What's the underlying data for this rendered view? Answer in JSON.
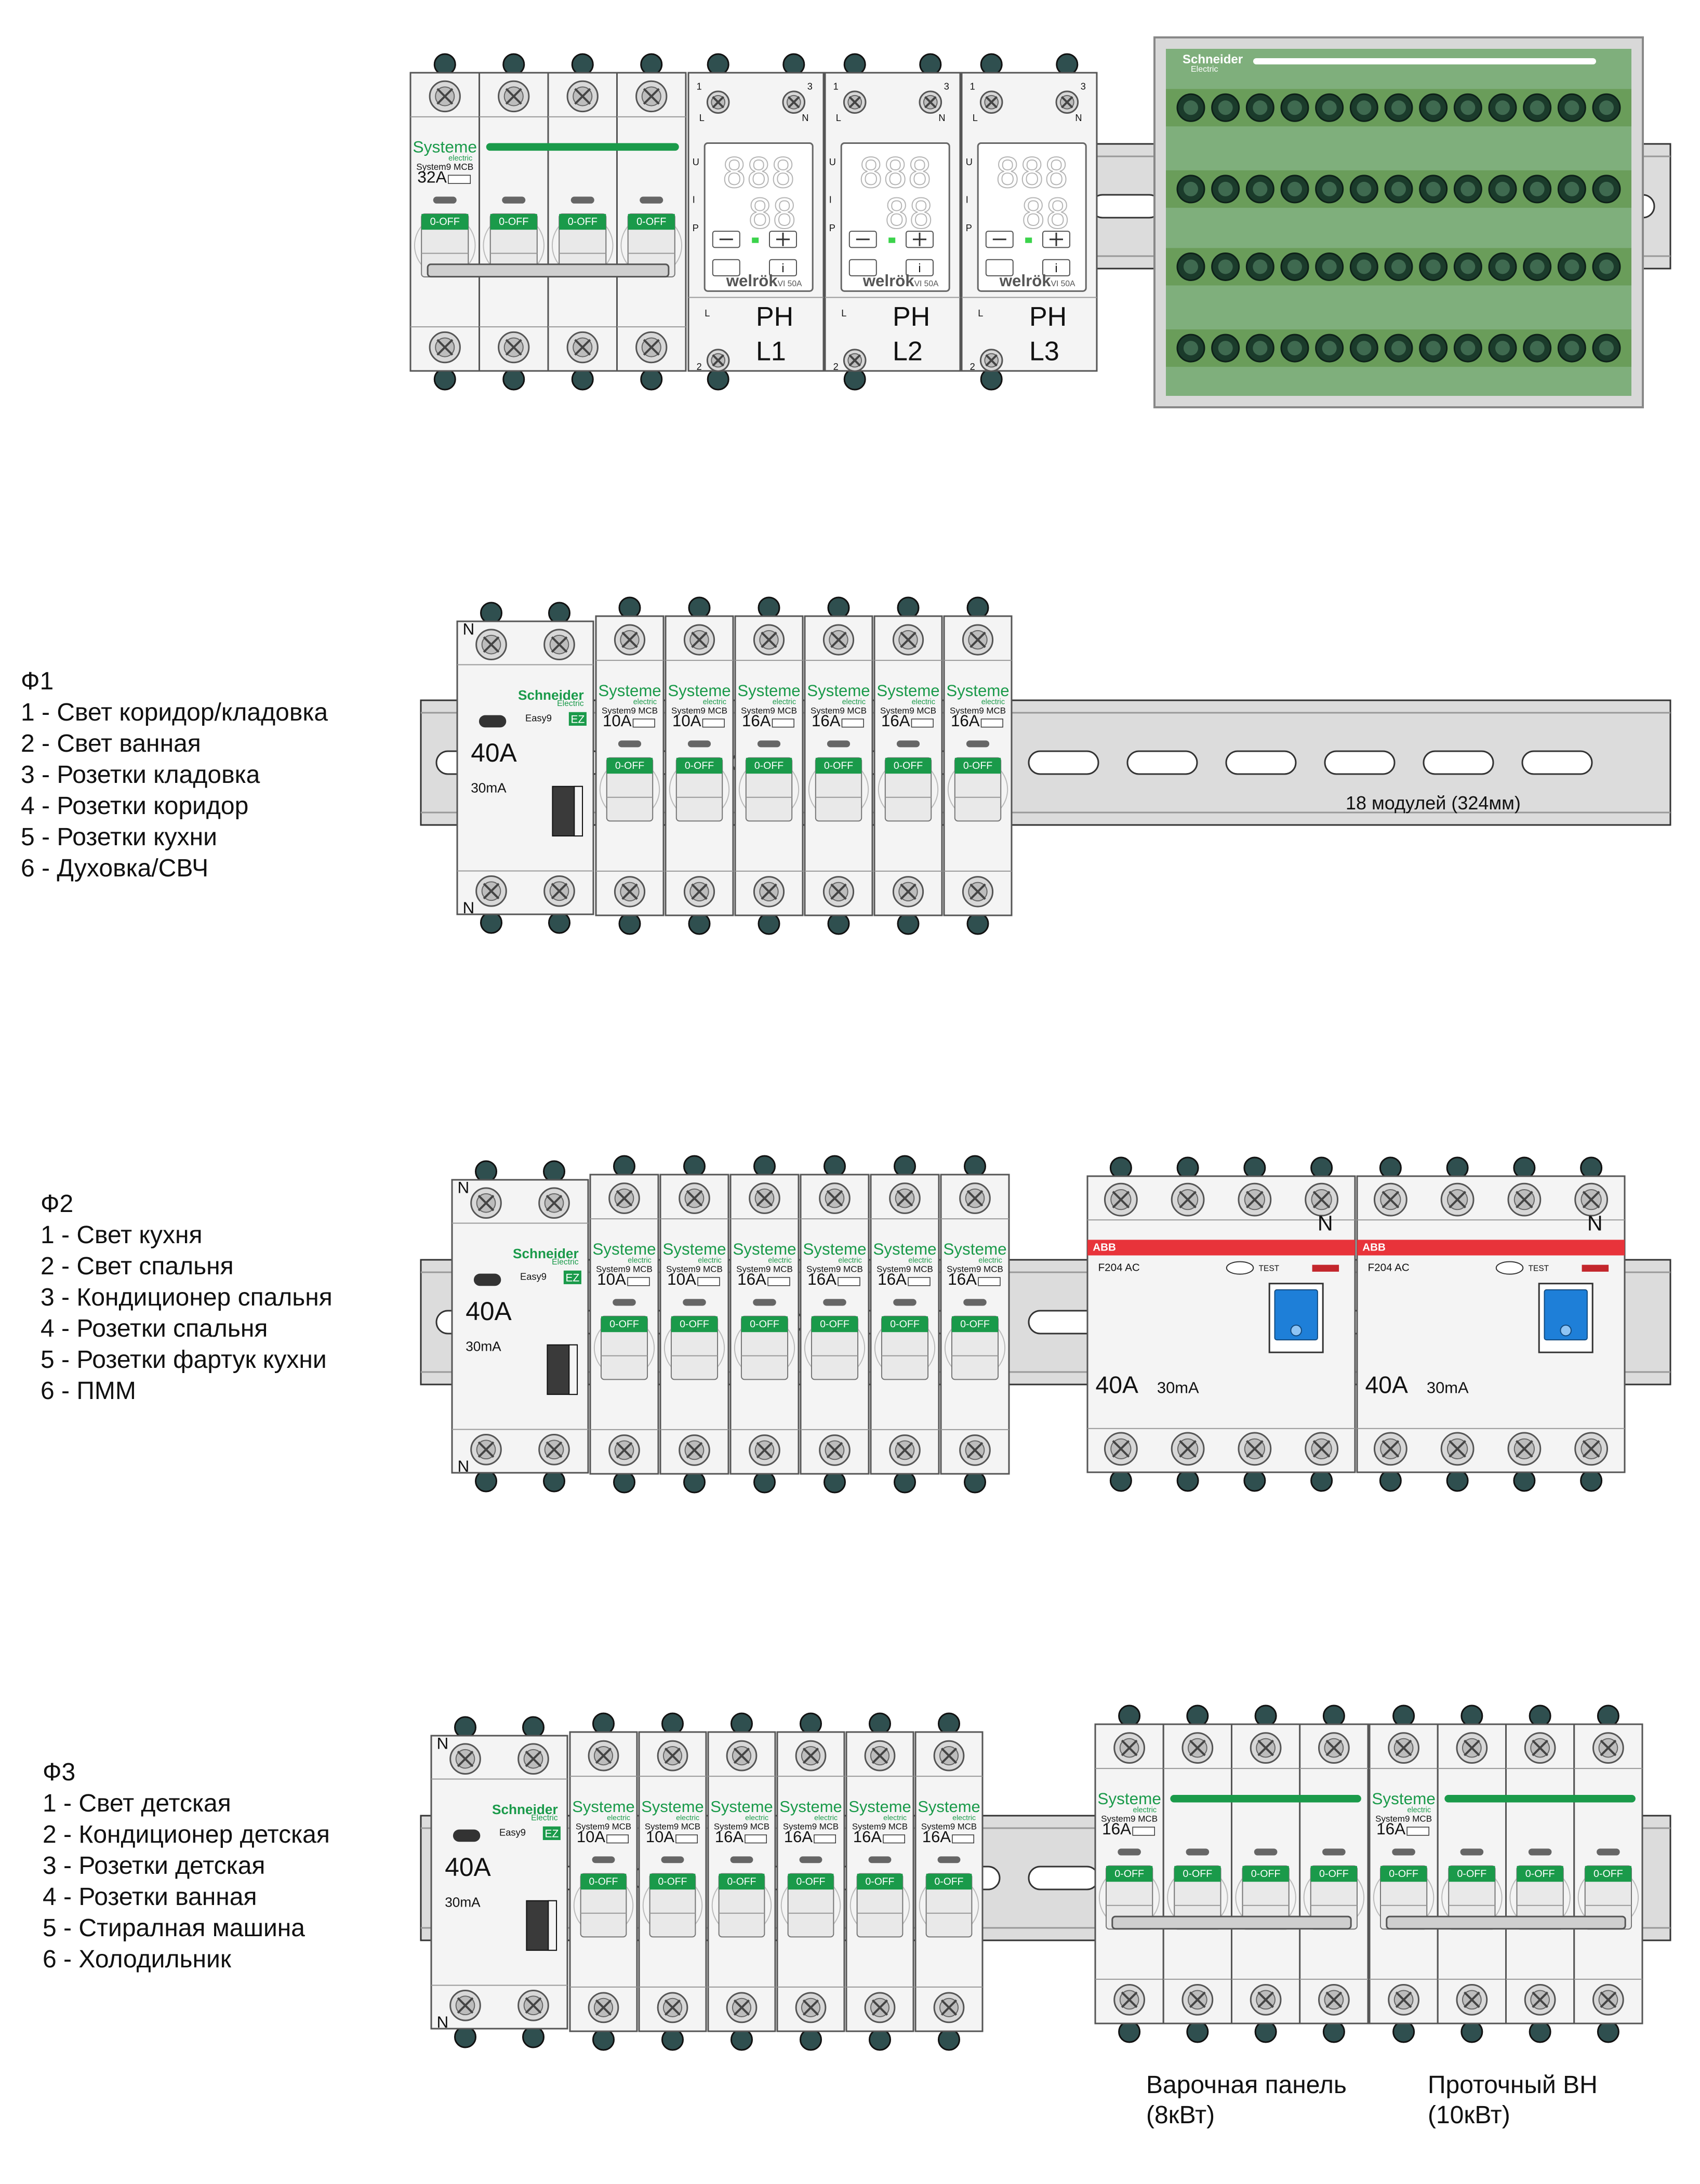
{
  "colors": {
    "rail": "#dcdcdc",
    "rail_stroke": "#333333",
    "module_body": "#f4f4f4",
    "module_stroke": "#555555",
    "terminal": "#2f4f4f",
    "systeme_green": "#1a9a4a",
    "abb_red": "#e8333a",
    "rcd_blue": "#1e7fd8",
    "terminal_block_green": "#7faf7c",
    "terminal_block_bar": "#6a9d5a"
  },
  "panel1": {
    "mcb4p": {
      "brand": "Systeme",
      "brand_sub": "electric",
      "model": "System9  MCB",
      "rating": "32A",
      "off_label": "0-OFF"
    },
    "relays": [
      {
        "brand": "welrök",
        "model": "VI 50A",
        "top_left": "1",
        "top_right": "3",
        "l": "L",
        "n": "N",
        "side_u": "U",
        "side_i": "I",
        "side_p": "P",
        "bottom_left": "2",
        "bottom_l": "L",
        "label_top": "РН",
        "label_bottom": "L1"
      },
      {
        "brand": "welrök",
        "model": "VI 50A",
        "top_left": "1",
        "top_right": "3",
        "l": "L",
        "n": "N",
        "side_u": "U",
        "side_i": "I",
        "side_p": "P",
        "bottom_left": "2",
        "bottom_l": "L",
        "label_top": "РН",
        "label_bottom": "L2"
      },
      {
        "brand": "welrök",
        "model": "VI 50A",
        "top_left": "1",
        "top_right": "3",
        "l": "L",
        "n": "N",
        "side_u": "U",
        "side_i": "I",
        "side_p": "P",
        "bottom_left": "2",
        "bottom_l": "L",
        "label_top": "РН",
        "label_bottom": "L3"
      }
    ],
    "terminal_block": {
      "brand": "Schneider",
      "brand_sub": "Electric"
    }
  },
  "panel2": {
    "rcbo": {
      "brand": "Schneider",
      "brand_sub": "Electric",
      "series": "Easy9",
      "ez": "EZ",
      "rating": "40A",
      "sensitivity": "30mA",
      "n_top": "N",
      "n_bottom": "N"
    },
    "mcbs": [
      {
        "brand": "Systeme",
        "brand_sub": "electric",
        "model": "System9  MCB",
        "rating": "10A",
        "off_label": "0-OFF"
      },
      {
        "brand": "Systeme",
        "brand_sub": "electric",
        "model": "System9  MCB",
        "rating": "10A",
        "off_label": "0-OFF"
      },
      {
        "brand": "Systeme",
        "brand_sub": "electric",
        "model": "System9  MCB",
        "rating": "16A",
        "off_label": "0-OFF"
      },
      {
        "brand": "Systeme",
        "brand_sub": "electric",
        "model": "System9  MCB",
        "rating": "16A",
        "off_label": "0-OFF"
      },
      {
        "brand": "Systeme",
        "brand_sub": "electric",
        "model": "System9  MCB",
        "rating": "16A",
        "off_label": "0-OFF"
      },
      {
        "brand": "Systeme",
        "brand_sub": "electric",
        "model": "System9  MCB",
        "rating": "16A",
        "off_label": "0-OFF"
      }
    ],
    "rail_label": "18 модулей (324мм)",
    "legend_title": "Ф1",
    "legend_items": [
      "1 - Свет коридор/кладовка",
      "2 - Свет ванная",
      "3 - Розетки кладовка",
      "4 - Розетки коридор",
      "5 - Розетки кухни",
      "6 - Духовка/СВЧ"
    ]
  },
  "panel3": {
    "rcbo": {
      "brand": "Schneider",
      "brand_sub": "Electric",
      "series": "Easy9",
      "ez": "EZ",
      "rating": "40A",
      "sensitivity": "30mA",
      "n_top": "N",
      "n_bottom": "N"
    },
    "mcbs": [
      {
        "brand": "Systeme",
        "brand_sub": "electric",
        "model": "System9  MCB",
        "rating": "10A",
        "off_label": "0-OFF"
      },
      {
        "brand": "Systeme",
        "brand_sub": "electric",
        "model": "System9  MCB",
        "rating": "10A",
        "off_label": "0-OFF"
      },
      {
        "brand": "Systeme",
        "brand_sub": "electric",
        "model": "System9  MCB",
        "rating": "16A",
        "off_label": "0-OFF"
      },
      {
        "brand": "Systeme",
        "brand_sub": "electric",
        "model": "System9  MCB",
        "rating": "16A",
        "off_label": "0-OFF"
      },
      {
        "brand": "Systeme",
        "brand_sub": "electric",
        "model": "System9  MCB",
        "rating": "16A",
        "off_label": "0-OFF"
      },
      {
        "brand": "Systeme",
        "brand_sub": "electric",
        "model": "System9  MCB",
        "rating": "16A",
        "off_label": "0-OFF"
      }
    ],
    "rcds": [
      {
        "brand": "ABB",
        "model": "F204 AC",
        "test": "TEST",
        "n": "N",
        "rating": "40A",
        "sensitivity": "30mA"
      },
      {
        "brand": "ABB",
        "model": "F204 AC",
        "test": "TEST",
        "n": "N",
        "rating": "40A",
        "sensitivity": "30mA"
      }
    ],
    "legend_title": "Ф2",
    "legend_items": [
      "1 - Свет кухня",
      "2 - Свет спальня",
      "3 - Кондиционер спальня",
      "4 - Розетки спальня",
      "5 - Розетки фартук кухни",
      "6 - ПММ"
    ]
  },
  "panel4": {
    "rcbo": {
      "brand": "Schneider",
      "brand_sub": "Electric",
      "series": "Easy9",
      "ez": "EZ",
      "rating": "40A",
      "sensitivity": "30mA",
      "n_top": "N",
      "n_bottom": "N"
    },
    "mcbs": [
      {
        "brand": "Systeme",
        "brand_sub": "electric",
        "model": "System9  MCB",
        "rating": "10A",
        "off_label": "0-OFF"
      },
      {
        "brand": "Systeme",
        "brand_sub": "electric",
        "model": "System9  MCB",
        "rating": "10A",
        "off_label": "0-OFF"
      },
      {
        "brand": "Systeme",
        "brand_sub": "electric",
        "model": "System9  MCB",
        "rating": "16A",
        "off_label": "0-OFF"
      },
      {
        "brand": "Systeme",
        "brand_sub": "electric",
        "model": "System9  MCB",
        "rating": "16A",
        "off_label": "0-OFF"
      },
      {
        "brand": "Systeme",
        "brand_sub": "electric",
        "model": "System9  MCB",
        "rating": "16A",
        "off_label": "0-OFF"
      },
      {
        "brand": "Systeme",
        "brand_sub": "electric",
        "model": "System9  MCB",
        "rating": "16A",
        "off_label": "0-OFF"
      }
    ],
    "mcb4p": [
      {
        "brand": "Systeme",
        "brand_sub": "electric",
        "model": "System9  MCB",
        "rating": "16A",
        "off_label": "0-OFF"
      },
      {
        "brand": "Systeme",
        "brand_sub": "electric",
        "model": "System9  MCB",
        "rating": "16A",
        "off_label": "0-OFF"
      }
    ],
    "legend_title": "Ф3",
    "legend_items": [
      "1 - Свет детская",
      "2 - Кондиционер детская",
      "3 - Розетки детская",
      "4 - Розетки ванная",
      "5 - Стиралная машина",
      "6 - Холодильник"
    ],
    "bottom_labels": [
      {
        "line1": "Варочная панель",
        "line2": "(8кВт)"
      },
      {
        "line1": "Проточный ВН",
        "line2": "(10кВт)"
      }
    ]
  }
}
